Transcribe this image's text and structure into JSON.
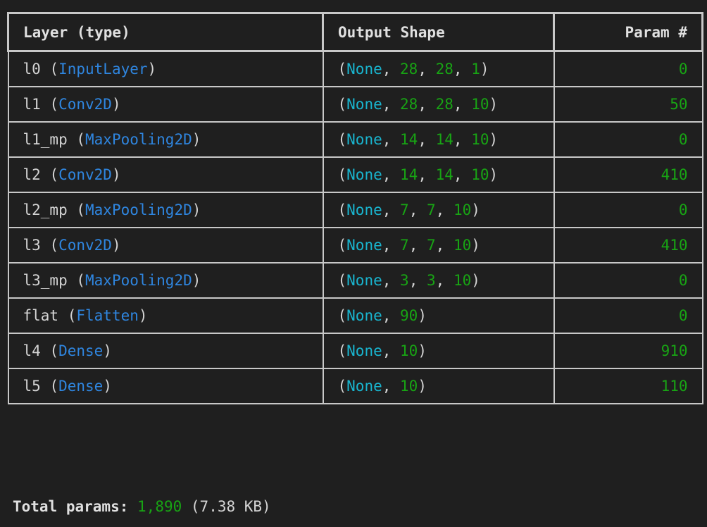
{
  "table": {
    "headers": {
      "layer": "Layer (type)",
      "output_shape": "Output Shape",
      "params": "Param #"
    },
    "rows": [
      {
        "name": "l0",
        "type": "InputLayer",
        "shape_prefix": "None",
        "shape_dims": [
          "28",
          "28",
          "1"
        ],
        "params": "0"
      },
      {
        "name": "l1",
        "type": "Conv2D",
        "shape_prefix": "None",
        "shape_dims": [
          "28",
          "28",
          "10"
        ],
        "params": "50"
      },
      {
        "name": "l1_mp",
        "type": "MaxPooling2D",
        "shape_prefix": "None",
        "shape_dims": [
          "14",
          "14",
          "10"
        ],
        "params": "0"
      },
      {
        "name": "l2",
        "type": "Conv2D",
        "shape_prefix": "None",
        "shape_dims": [
          "14",
          "14",
          "10"
        ],
        "params": "410"
      },
      {
        "name": "l2_mp",
        "type": "MaxPooling2D",
        "shape_prefix": "None",
        "shape_dims": [
          "7",
          "7",
          "10"
        ],
        "params": "0"
      },
      {
        "name": "l3",
        "type": "Conv2D",
        "shape_prefix": "None",
        "shape_dims": [
          "7",
          "7",
          "10"
        ],
        "params": "410"
      },
      {
        "name": "l3_mp",
        "type": "MaxPooling2D",
        "shape_prefix": "None",
        "shape_dims": [
          "3",
          "3",
          "10"
        ],
        "params": "0"
      },
      {
        "name": "flat",
        "type": "Flatten",
        "shape_prefix": "None",
        "shape_dims": [
          "90"
        ],
        "params": "0"
      },
      {
        "name": "l4",
        "type": "Dense",
        "shape_prefix": "None",
        "shape_dims": [
          "10"
        ],
        "params": "910"
      },
      {
        "name": "l5",
        "type": "Dense",
        "shape_prefix": "None",
        "shape_dims": [
          "10"
        ],
        "params": "110"
      }
    ]
  },
  "totals": {
    "label": "Total params:",
    "value": "1,890",
    "size": "(7.38 KB)"
  },
  "colors": {
    "background": "#1f1f1f",
    "text": "#d4d4d4",
    "layer_type": "#2f86e0",
    "none_keyword": "#19b5cf",
    "number": "#18a414",
    "border": "#c8c8c8"
  }
}
